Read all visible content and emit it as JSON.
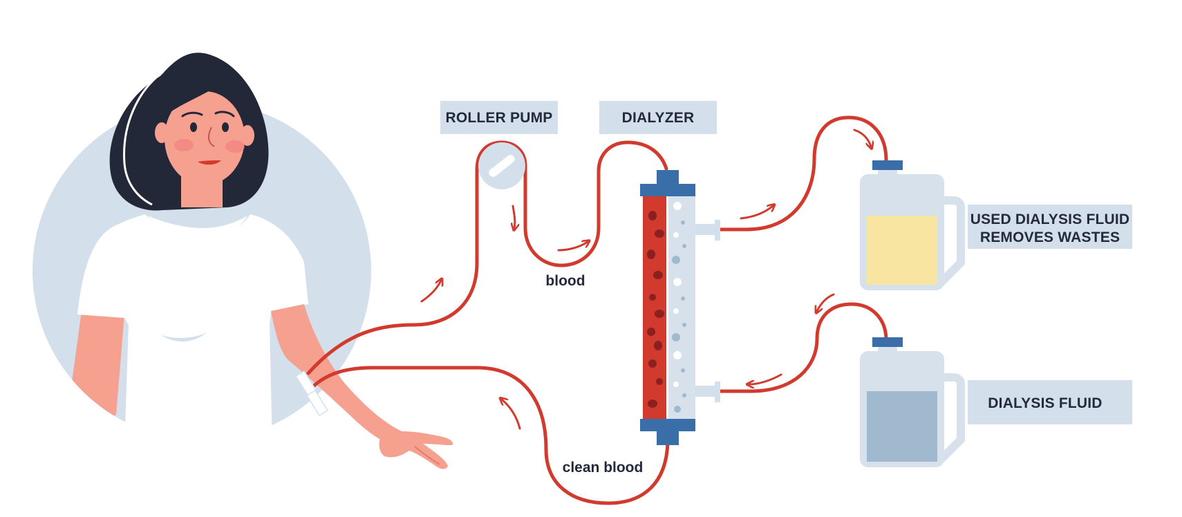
{
  "labels": {
    "roller_pump": "ROLLER PUMP",
    "dialyzer": "DIALYZER",
    "blood": "blood",
    "clean_blood": "clean blood",
    "used_fluid_line1": "USED DIALYSIS FLUID",
    "used_fluid_line2": "REMOVES WASTES",
    "dialysis_fluid": "DIALYSIS FLUID"
  },
  "colors": {
    "tube_red": "#d13a2c",
    "label_box": "#d3e0ec",
    "label_text": "#242a3c",
    "dialyzer_cap": "#3a6ea8",
    "used_fluid": "#f8e5a2",
    "clean_fluid": "#a1b9cf",
    "container": "#d6e1ec",
    "skin": "#f6a090",
    "hair": "#232838",
    "circle_bg": "#d3e0ec"
  },
  "icons": {
    "patient": "woman-patient-illustration",
    "pump": "roller-pump-icon",
    "dialyzer": "dialyzer-column-icon",
    "used_container": "used-fluid-jug-icon",
    "fresh_container": "fresh-fluid-jug-icon"
  }
}
